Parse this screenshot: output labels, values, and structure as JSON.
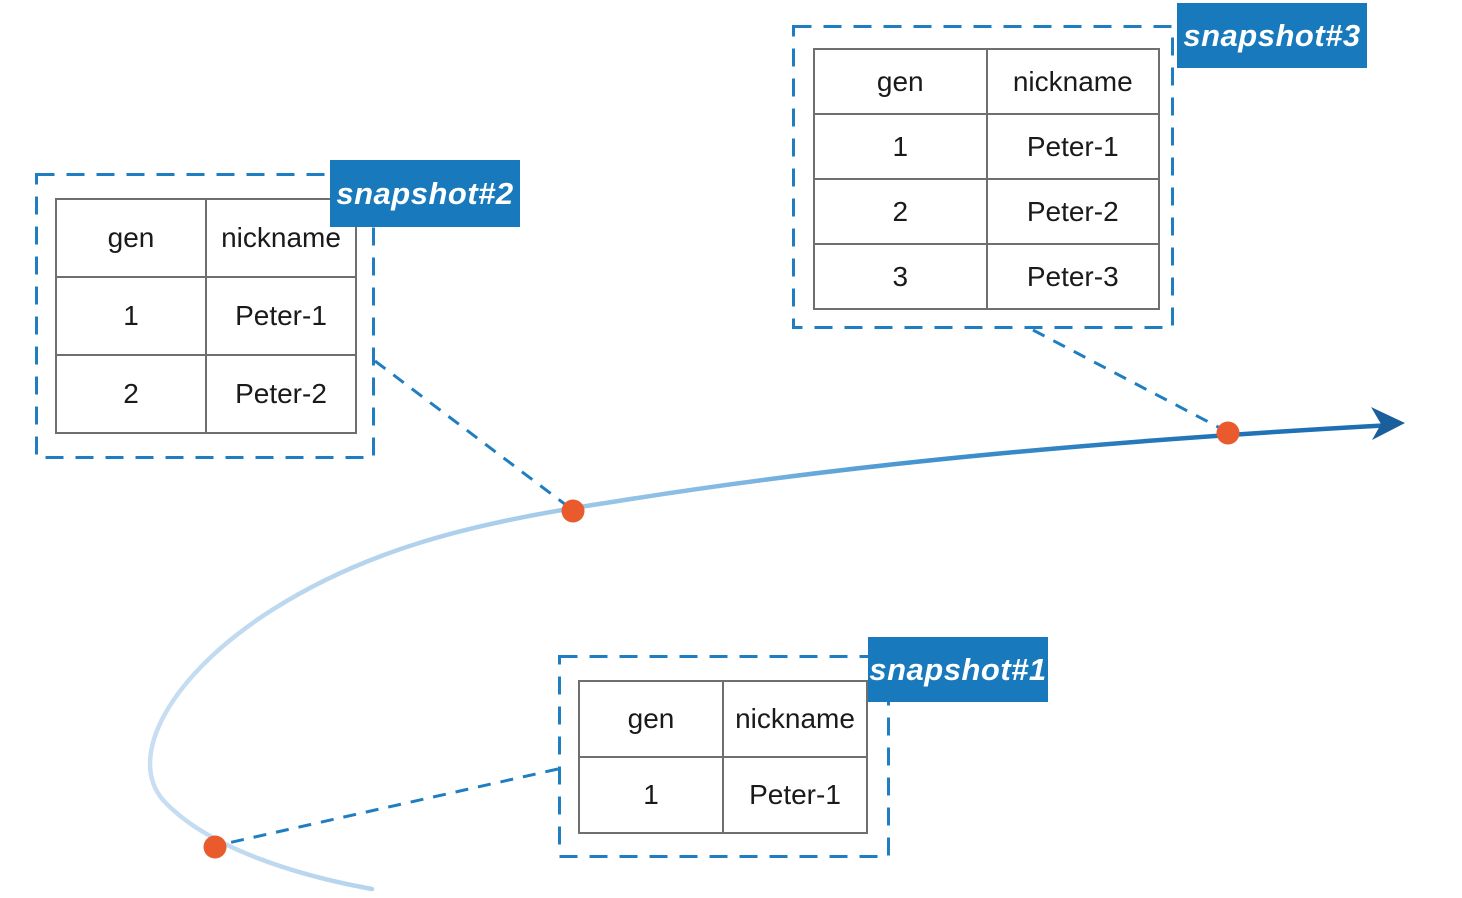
{
  "diagram": {
    "description": "timeline-with-three-table-snapshots",
    "table_headers": [
      "gen",
      "nickname"
    ],
    "snapshots": [
      {
        "label": "snapshot#1",
        "rows": [
          [
            "1",
            "Peter-1"
          ]
        ]
      },
      {
        "label": "snapshot#2",
        "rows": [
          [
            "1",
            "Peter-1"
          ],
          [
            "2",
            "Peter-2"
          ]
        ]
      },
      {
        "label": "snapshot#3",
        "rows": [
          [
            "1",
            "Peter-1"
          ],
          [
            "2",
            "Peter-2"
          ],
          [
            "3",
            "Peter-3"
          ]
        ]
      }
    ],
    "colors": {
      "accent_blue": "#187abd",
      "dashed_blue": "#1f7ec2",
      "dot_orange": "#e95a2c",
      "curve_light": "#c9def2",
      "curve_dark": "#1b6cb1",
      "arrow_dark": "#1a5f9b",
      "table_border": "#6f6f6f"
    }
  }
}
